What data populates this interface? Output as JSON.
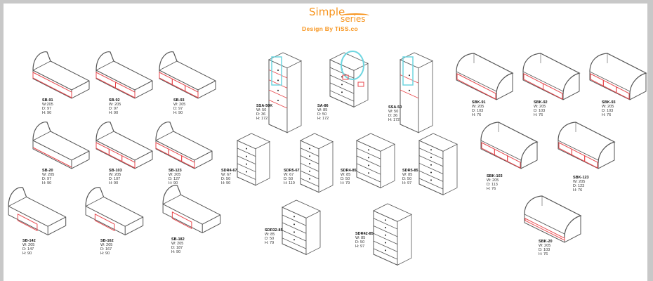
{
  "brand": {
    "title": "Simple",
    "subtitle": "series",
    "tagline": "Design By TiSS.co",
    "color": "#f7941d"
  },
  "colors": {
    "line": "#555555",
    "drawer": "#e8474c"
  },
  "products": [
    {
      "code": "SB-91",
      "w": "W:205",
      "d": "D: 97",
      "h": "H: 90",
      "type": "bed",
      "drawers": 1
    },
    {
      "code": "SB-92",
      "w": "W: 205",
      "d": "D: 97",
      "h": "H: 90",
      "type": "bed",
      "drawers": 2
    },
    {
      "code": "SB-93",
      "w": "W: 205",
      "d": "D: 97",
      "h": "H: 90",
      "type": "bed",
      "drawers": 3
    },
    {
      "code": "SB-20",
      "w": "W: 205",
      "d": "D: 97",
      "h": "H: 90",
      "type": "bed",
      "drawers": 0
    },
    {
      "code": "SB-103",
      "w": "W: 205",
      "d": "D: 107",
      "h": "H: 90",
      "type": "bed",
      "drawers": 3
    },
    {
      "code": "SB-123",
      "w": "W: 205",
      "d": "D: 127",
      "h": "H: 90",
      "type": "bed",
      "drawers": 3
    },
    {
      "code": "SB-142",
      "w": "W: 205",
      "d": "D: 147",
      "h": "H: 90",
      "type": "bigbed",
      "drawers": 1
    },
    {
      "code": "SB-162",
      "w": "W: 205",
      "d": "D: 167",
      "h": "H: 90",
      "type": "bigbed",
      "drawers": 1
    },
    {
      "code": "SB-182",
      "w": "W: 205",
      "d": "D: 187",
      "h": "H: 90",
      "type": "bigbed",
      "drawers": 1
    },
    {
      "code": "SSA-50K",
      "w": "W: 50",
      "d": "D: 36",
      "h": "H: 172",
      "type": "tall",
      "drawers": 4
    },
    {
      "code": "SA-86",
      "w": "W: 85",
      "d": "D: 50",
      "h": "H: 172",
      "type": "dresser",
      "drawers": 4
    },
    {
      "code": "SSA-50",
      "w": "W: 50",
      "d": "D: 36",
      "h": "H: 172",
      "type": "tall",
      "drawers": 2
    },
    {
      "code": "SDR4-67",
      "w": "W: 67",
      "d": "D: 50",
      "h": "H: 90",
      "type": "chest",
      "drawers": 4
    },
    {
      "code": "SDR5-67",
      "w": "W: 67",
      "d": "D: 50",
      "h": "H: 110",
      "type": "chest",
      "drawers": 5
    },
    {
      "code": "SDR4-85",
      "w": "W: 85",
      "d": "D: 50",
      "h": "H: 79",
      "type": "widechest",
      "drawers": 4
    },
    {
      "code": "SDR5-85",
      "w": "W: 85",
      "d": "D: 50",
      "h": "H: 97",
      "type": "widechest",
      "drawers": 5
    },
    {
      "code": "SDR32-85",
      "w": "W: 85",
      "d": "D: 50",
      "h": "H: 79",
      "type": "widechest",
      "drawers": 4
    },
    {
      "code": "SDR42-85",
      "w": "W: 85",
      "d": "D: 50",
      "h": "H: 97",
      "type": "widechest",
      "drawers": 5
    },
    {
      "code": "SBK-91",
      "w": "W: 205",
      "d": "D: 103",
      "h": "H: 76",
      "type": "sofa",
      "drawers": 1
    },
    {
      "code": "SBK-92",
      "w": "W: 205",
      "d": "D: 103",
      "h": "H: 76",
      "type": "sofa",
      "drawers": 2
    },
    {
      "code": "SBK-93",
      "w": "W: 205",
      "d": "D: 103",
      "h": "H: 76",
      "type": "sofa",
      "drawers": 3
    },
    {
      "code": "SBK-103",
      "w": "W: 205",
      "d": "D: 113",
      "h": "H: 76",
      "type": "sofa",
      "drawers": 3
    },
    {
      "code": "SBK-123",
      "w": "W: 205",
      "d": "D: 123",
      "h": "H: 76",
      "type": "sofa",
      "drawers": 3
    },
    {
      "code": "SBK-20",
      "w": "W: 205",
      "d": "D: 103",
      "h": "H: 76",
      "type": "sofa",
      "drawers": 0
    }
  ]
}
